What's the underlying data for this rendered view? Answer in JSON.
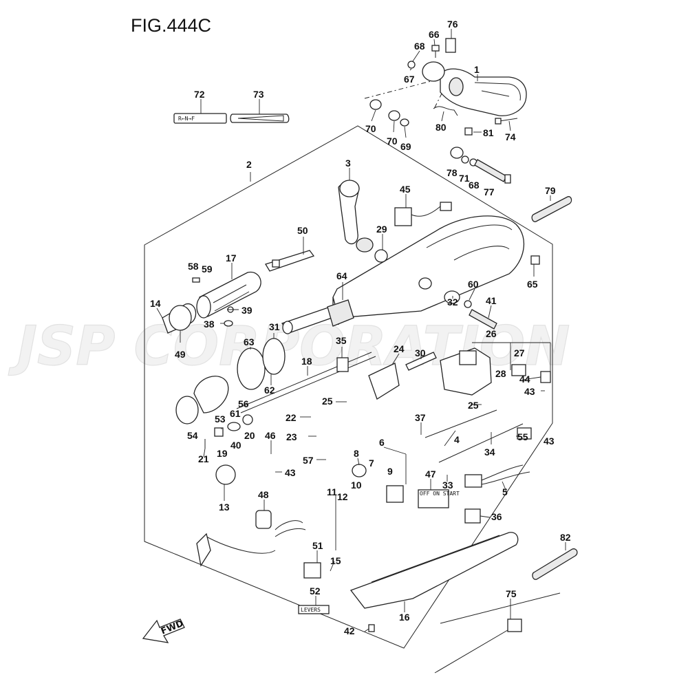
{
  "figure": {
    "title": "FIG.444C",
    "watermark": "JSP CORPORATION",
    "fwd_label": "FWD",
    "decal_72": "R←N→F",
    "decal_47": "OFF  ON  START",
    "decal_52": "LEVERS"
  },
  "callouts": {
    "1": "1",
    "2": "2",
    "3": "3",
    "4": "4",
    "5": "5",
    "6": "6",
    "7": "7",
    "8": "8",
    "9": "9",
    "10": "10",
    "11": "11",
    "12": "12",
    "13": "13",
    "14": "14",
    "15": "15",
    "16": "16",
    "17": "17",
    "18": "18",
    "19": "19",
    "20": "20",
    "21": "21",
    "22": "22",
    "23": "23",
    "24": "24",
    "25a": "25",
    "25b": "25",
    "26": "26",
    "27": "27",
    "28": "28",
    "29": "29",
    "30": "30",
    "31": "31",
    "32": "32",
    "33": "33",
    "34": "34",
    "35": "35",
    "36": "36",
    "37": "37",
    "38": "38",
    "39": "39",
    "40": "40",
    "41": "41",
    "42": "42",
    "43a": "43",
    "43b": "43",
    "43c": "43",
    "44": "44",
    "45": "45",
    "46": "46",
    "47": "47",
    "48": "48",
    "49": "49",
    "50": "50",
    "51": "51",
    "52": "52",
    "53": "53",
    "54": "54",
    "55": "55",
    "56": "56",
    "57": "57",
    "58": "58",
    "59": "59",
    "60": "60",
    "61": "61",
    "62": "62",
    "63": "63",
    "64": "64",
    "65": "65",
    "66": "66",
    "67": "67",
    "68a": "68",
    "68b": "68",
    "69": "69",
    "70a": "70",
    "70b": "70",
    "71": "71",
    "72": "72",
    "73": "73",
    "74": "74",
    "75": "75",
    "76": "76",
    "77": "77",
    "78": "78",
    "79": "79",
    "80": "80",
    "81": "81",
    "82": "82"
  }
}
